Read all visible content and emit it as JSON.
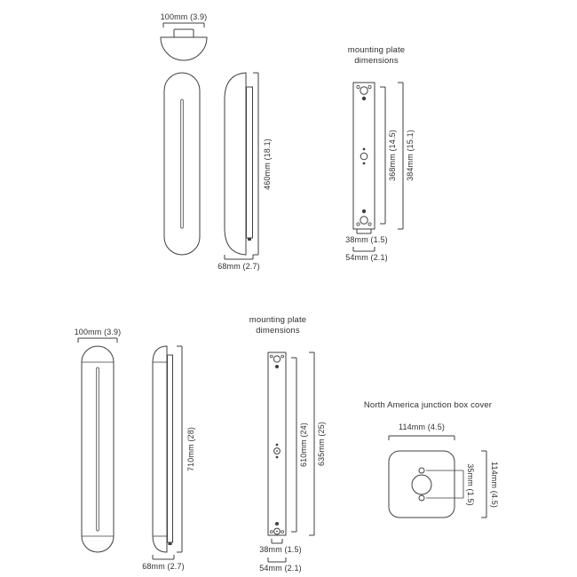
{
  "palette": {
    "background": "#ffffff",
    "line_color": "#3f3f3f",
    "text_color": "#2f2f2f"
  },
  "fixture_small": {
    "width_label": "100mm (3.9)",
    "height_label": "460mm (18.1)",
    "depth_label": "68mm (2.7)",
    "mounting_plate": {
      "title_line1": "mounting plate",
      "title_line2": "dimensions",
      "hole_span_label": "368mm (14.5)",
      "plate_height_label": "384mm (15.1)",
      "hole_width_label": "38mm (1.5)",
      "plate_width_label": "54mm (2.1)"
    }
  },
  "fixture_large": {
    "width_label": "100mm (3.9)",
    "height_label": "710mm (28)",
    "depth_label": "68mm (2.7)",
    "mounting_plate": {
      "title_line1": "mounting plate",
      "title_line2": "dimensions",
      "hole_span_label": "610mm (24)",
      "plate_height_label": "635mm (25)",
      "hole_width_label": "38mm (1.5)",
      "plate_width_label": "54mm (2.1)"
    }
  },
  "junction_box": {
    "title": "North America junction box cover",
    "width_label": "114mm (4.5)",
    "height_label": "114mm (4.5)",
    "hole_spacing_label": "35mm (1.5)"
  }
}
